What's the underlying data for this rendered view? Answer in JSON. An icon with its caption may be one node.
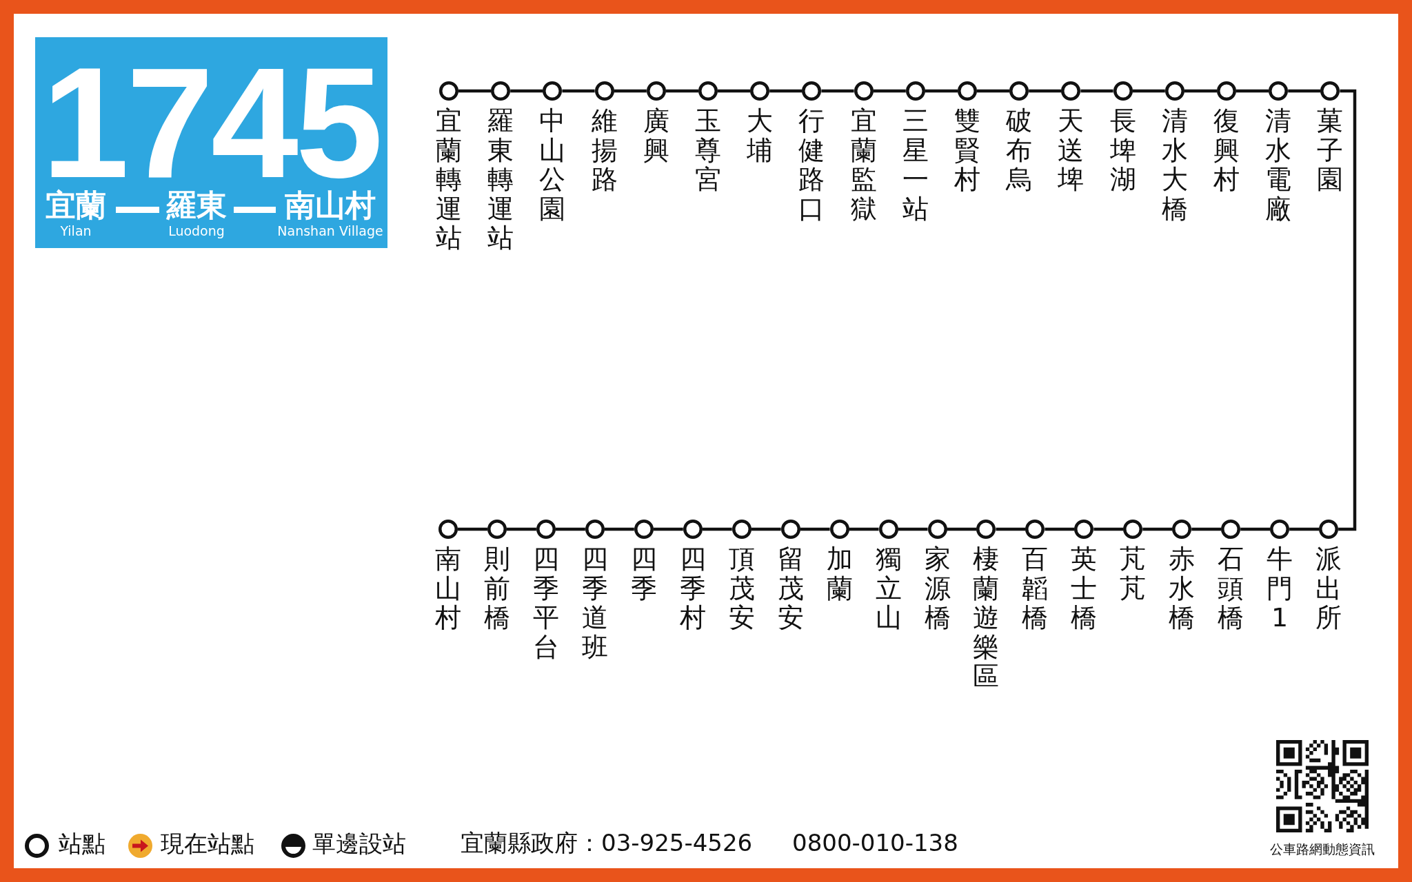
{
  "diagram": {
    "nodes": [
      {
        "text": [
          "1745",
          "宜蘭",
          "羅東",
          "南山村",
          "Yilan",
          "Luodong",
          "Nanshan Village"
        ]
      },
      {
        "text": [
          "宜蘭轉運站"
        ]
      },
      {
        "text": [
          "羅東轉運站"
        ]
      },
      {
        "text": [
          "中山公園"
        ]
      },
      {
        "text": [
          "維揚路"
        ]
      },
      {
        "text": [
          "廣興"
        ]
      },
      {
        "text": [
          "玉尊宮"
        ]
      },
      {
        "text": [
          "大埔"
        ]
      },
      {
        "text": [
          "行健路口"
        ]
      },
      {
        "text": [
          "宜蘭監獄"
        ]
      },
      {
        "text": [
          "三星一站"
        ]
      },
      {
        "text": [
          "雙賢村"
        ]
      },
      {
        "text": [
          "破布烏"
        ]
      },
      {
        "text": [
          "天送埤"
        ]
      },
      {
        "text": [
          "長埤湖"
        ]
      },
      {
        "text": [
          "清水大橋"
        ]
      },
      {
        "text": [
          "復興村"
        ]
      },
      {
        "text": [
          "清水電廠"
        ]
      },
      {
        "text": [
          "菓子園"
        ]
      },
      {
        "text": [
          "南山村"
        ]
      },
      {
        "text": [
          "則前橋"
        ]
      },
      {
        "text": [
          "四季平台"
        ]
      },
      {
        "text": [
          "四季道班"
        ]
      },
      {
        "text": [
          "四季"
        ]
      },
      {
        "text": [
          "四季村"
        ]
      },
      {
        "text": [
          "頂茂安"
        ]
      },
      {
        "text": [
          "留茂安"
        ]
      },
      {
        "text": [
          "加蘭"
        ]
      },
      {
        "text": [
          "獨立山"
        ]
      },
      {
        "text": [
          "家源橋"
        ]
      },
      {
        "text": [
          "棲蘭遊樂區"
        ]
      },
      {
        "text": [
          "百韜橋"
        ]
      },
      {
        "text": [
          "英士橋"
        ]
      },
      {
        "text": [
          "芃芃"
        ]
      },
      {
        "text": [
          "赤水橋"
        ]
      },
      {
        "text": [
          "石頭橋"
        ]
      },
      {
        "text": [
          "牛門1"
        ]
      },
      {
        "text": [
          "派出所"
        ]
      }
    ],
    "edges": [
      {
        "from": 1,
        "to": 2,
        "arrow": "none"
      },
      {
        "from": 2,
        "to": 3,
        "arrow": "none"
      },
      {
        "from": 3,
        "to": 4,
        "arrow": "none"
      },
      {
        "from": 4,
        "to": 5,
        "arrow": "none"
      },
      {
        "from": 5,
        "to": 6,
        "arrow": "none"
      },
      {
        "from": 6,
        "to": 7,
        "arrow": "none"
      },
      {
        "from": 7,
        "to": 8,
        "arrow": "none"
      },
      {
        "from": 8,
        "to": 9,
        "arrow": "none"
      },
      {
        "from": 9,
        "to": 10,
        "arrow": "none"
      },
      {
        "from": 10,
        "to": 11,
        "arrow": "none"
      },
      {
        "from": 11,
        "to": 12,
        "arrow": "none"
      },
      {
        "from": 12,
        "to": 13,
        "arrow": "none"
      },
      {
        "from": 13,
        "to": 14,
        "arrow": "none"
      },
      {
        "from": 14,
        "to": 15,
        "arrow": "none"
      },
      {
        "from": 15,
        "to": 16,
        "arrow": "none"
      },
      {
        "from": 16,
        "to": 17,
        "arrow": "none"
      },
      {
        "from": 17,
        "to": 18,
        "arrow": "none"
      },
      {
        "from": 18,
        "to": 37,
        "arrow": "none"
      },
      {
        "from": 37,
        "to": 36,
        "arrow": "none"
      },
      {
        "from": 36,
        "to": 35,
        "arrow": "none"
      },
      {
        "from": 35,
        "to": 34,
        "arrow": "none"
      },
      {
        "from": 34,
        "to": 33,
        "arrow": "none"
      },
      {
        "from": 33,
        "to": 32,
        "arrow": "none"
      },
      {
        "from": 32,
        "to": 31,
        "arrow": "none"
      },
      {
        "from": 31,
        "to": 30,
        "arrow": "none"
      },
      {
        "from": 30,
        "to": 29,
        "arrow": "none"
      },
      {
        "from": 29,
        "to": 28,
        "arrow": "none"
      },
      {
        "from": 28,
        "to": 27,
        "arrow": "none"
      },
      {
        "from": 27,
        "to": 26,
        "arrow": "none"
      },
      {
        "from": 26,
        "to": 25,
        "arrow": "none"
      },
      {
        "from": 25,
        "to": 24,
        "arrow": "none"
      },
      {
        "from": 24,
        "to": 23,
        "arrow": "none"
      },
      {
        "from": 23,
        "to": 22,
        "arrow": "none"
      },
      {
        "from": 22,
        "to": 21,
        "arrow": "none"
      },
      {
        "from": 21,
        "to": 20,
        "arrow": "none"
      },
      {
        "from": 20,
        "to": 19,
        "arrow": "none"
      }
    ],
    "labels": [
      "宜蘭縣政府：03-925-4526",
      "0800-010-138",
      "公車路網動態資訊"
    ],
    "legend": [
      {
        "text": "站點"
      },
      {
        "text": "現在站點"
      },
      {
        "text": "單邊設站"
      }
    ]
  }
}
